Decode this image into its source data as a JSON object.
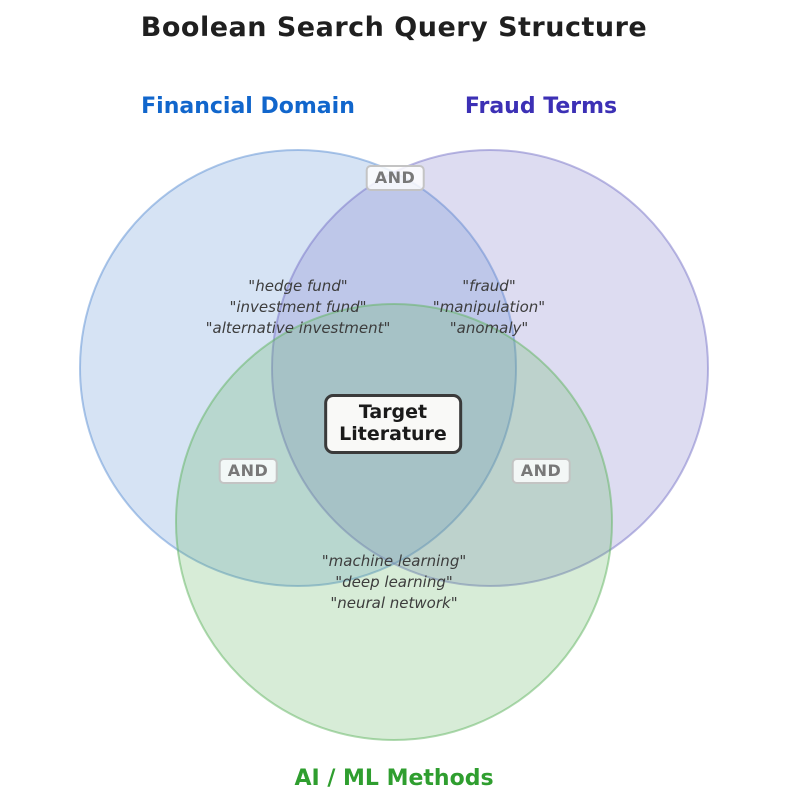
{
  "title": "Boolean Search Query Structure",
  "diagram_type": "venn",
  "circles": [
    {
      "id": "financial",
      "label": "Financial Domain",
      "label_color": "#1166cc",
      "base_color": "#5b8fd4",
      "terms": [
        "\"hedge fund\"",
        "\"investment fund\"",
        "\"alternative investment\""
      ]
    },
    {
      "id": "fraud",
      "label": "Fraud Terms",
      "label_color": "#3c30b5",
      "base_color": "#7874c8",
      "terms": [
        "\"fraud\"",
        "\"manipulation\"",
        "\"anomaly\""
      ]
    },
    {
      "id": "aiml",
      "label": "AI / ML Methods",
      "label_color": "#2f9e2f",
      "base_color": "#5fb35f",
      "terms": [
        "\"machine learning\"",
        "\"deep learning\"",
        "\"neural network\""
      ]
    }
  ],
  "operators": {
    "top": "AND",
    "left": "AND",
    "right": "AND"
  },
  "center": {
    "line1": "Target",
    "line2": "Literature"
  }
}
